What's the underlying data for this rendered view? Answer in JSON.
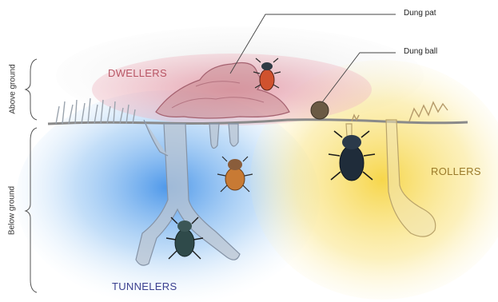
{
  "labels": {
    "dwellers": "DWELLERS",
    "rollers": "ROLLERS",
    "tunnelers": "TUNNELERS",
    "dung_pat": "Dung pat",
    "dung_ball": "Dung ball",
    "above_ground": "Above ground",
    "below_ground": "Below ground"
  },
  "colors": {
    "dwellers": "#b85564",
    "rollers": "#9a7a2a",
    "tunnelers": "#3a3f8f",
    "dwellers_zone": "#e79aa8",
    "rollers_zone": "#f6d64a",
    "tunnelers_zone": "#4a9be8",
    "soil_line": "#8a8a8a",
    "tunnel_fill": "#b9c4d2"
  }
}
